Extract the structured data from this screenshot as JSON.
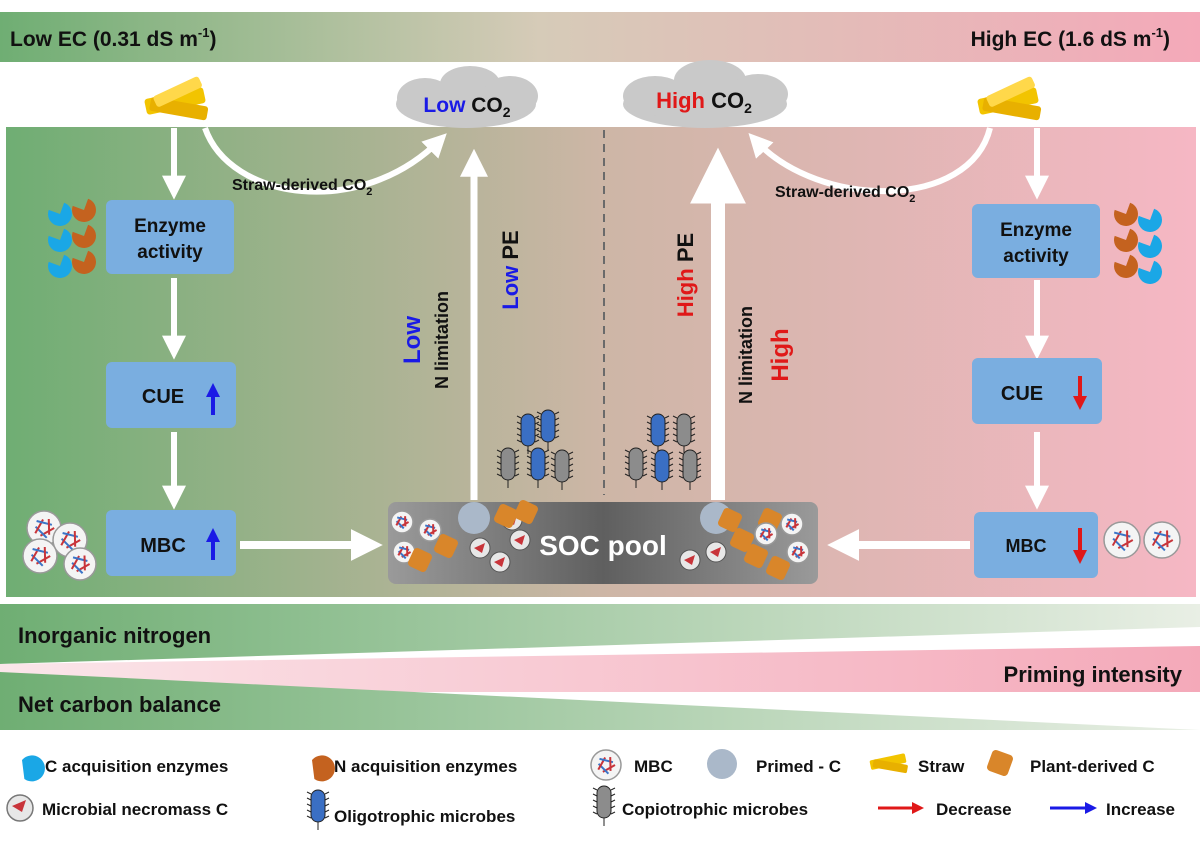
{
  "colors": {
    "low_side": "#6fae73",
    "high_side": "#f4b3c1",
    "box_fill": "#7aaee0",
    "cloud": "#c9c9c9",
    "soc_pool": "#6b6b6b",
    "low_accent": "#1a1ae6",
    "high_accent": "#e01818",
    "straw": "#f2c400",
    "plant_c": "#d9862a",
    "c_enzyme": "#1aa7e6",
    "n_enzyme": "#c4621f",
    "primed_c": "#aab8c9"
  },
  "header": {
    "low_ec": {
      "prefix": "Low EC (0.31 dS m",
      "sup": "-1",
      "suffix": ")"
    },
    "high_ec": {
      "prefix": "High EC (1.6 dS m",
      "sup": "-1",
      "suffix": ")"
    }
  },
  "clouds": {
    "left": {
      "level": "Low",
      "gas": "CO",
      "sub": "2"
    },
    "right": {
      "level": "High",
      "gas": "CO",
      "sub": "2"
    }
  },
  "straw_derived": {
    "prefix": "Straw-derived CO",
    "sub": "2"
  },
  "left_panel": {
    "enzyme": [
      "Enzyme",
      "activity"
    ],
    "cue": "CUE",
    "mbc": "MBC",
    "n_limitation": {
      "level": "Low",
      "text": "N limitation"
    },
    "pe": {
      "level": "Low",
      "text": "PE"
    }
  },
  "right_panel": {
    "enzyme": [
      "Enzyme",
      "activity"
    ],
    "cue": "CUE",
    "mbc": "MBC",
    "n_limitation": {
      "level": "High",
      "text": "N limitation"
    },
    "pe": {
      "level": "High",
      "text": "PE"
    }
  },
  "soc_pool": "SOC pool",
  "gradients": {
    "inorganic_nitrogen": "Inorganic nitrogen",
    "priming_intensity": "Priming intensity",
    "net_carbon_balance": "Net carbon balance"
  },
  "legend": {
    "c_enzymes": "C acquisition enzymes",
    "n_enzymes": "N acquisition enzymes",
    "mbc": "MBC",
    "primed_c": "Primed - C",
    "straw": "Straw",
    "plant_c": "Plant-derived C",
    "necromass": "Microbial necromass C",
    "oligotrophic": "Oligotrophic microbes",
    "copiotrophic": "Copiotrophic microbes",
    "decrease": "Decrease",
    "increase": "Increase"
  }
}
